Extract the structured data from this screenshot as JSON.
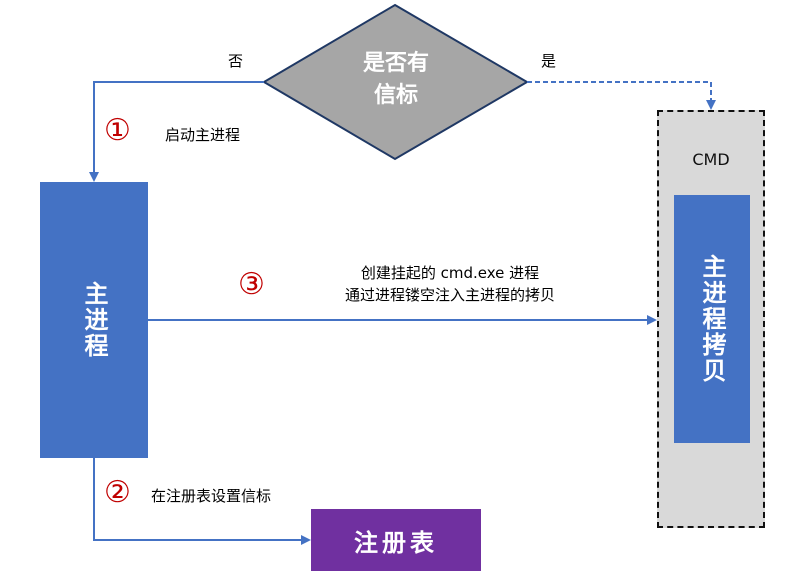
{
  "decision": {
    "text_line1": "是否有",
    "text_line2": "信标",
    "no_label": "否",
    "yes_label": "是"
  },
  "steps": [
    {
      "marker": "①",
      "text": "启动主进程"
    },
    {
      "marker": "②",
      "text": "在注册表设置信标"
    },
    {
      "marker": "③",
      "text_line1": "创建挂起的 cmd.exe 进程",
      "text_line2": "通过进程镂空注入主进程的拷贝"
    }
  ],
  "main_process": {
    "label": "主进程"
  },
  "cmd_container": {
    "label": "CMD",
    "inner_label": "主进程拷贝"
  },
  "registry": {
    "label": "注册表"
  },
  "colors": {
    "arrow": "#4472c4",
    "main_box": "#4472c4",
    "registry_box": "#7030a0",
    "cmd_box": "#d9d9d9",
    "step_marker": "#c00000",
    "diamond": "#a6a6a6"
  }
}
